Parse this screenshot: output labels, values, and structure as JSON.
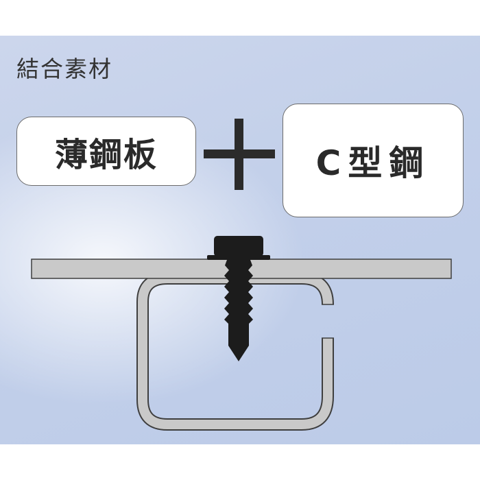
{
  "heading": "結合素材",
  "materials": {
    "sheet": "薄鋼板",
    "c_steel": "C型鋼"
  },
  "colors": {
    "steel_fill": "#c9c9c9",
    "steel_stroke": "#3e3e3e",
    "screw": "#1c1c1c",
    "background": "#c3d0ea"
  },
  "icons": {
    "plus": "plus-icon",
    "screw": "self-drilling-screw-icon"
  }
}
